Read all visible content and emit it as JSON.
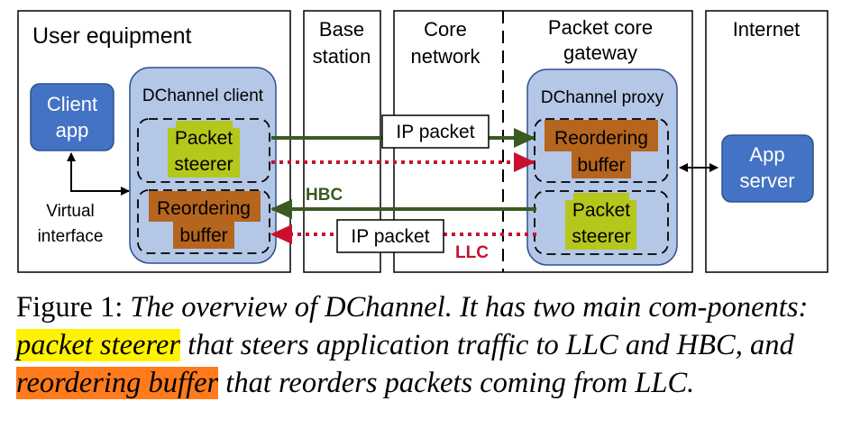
{
  "regions": {
    "user_equipment": "User equipment",
    "base_station_1": "Base",
    "base_station_2": "station",
    "core_network_1": "Core",
    "core_network_2": "network",
    "gateway_1": "Packet core",
    "gateway_2": "gateway",
    "internet": "Internet"
  },
  "client_app": {
    "line1": "Client",
    "line2": "app"
  },
  "dchannel_client": {
    "title": "DChannel client",
    "steerer": {
      "line1": "Packet",
      "line2": "steerer"
    },
    "buffer": {
      "line1": "Reordering",
      "line2": "buffer"
    }
  },
  "dchannel_proxy": {
    "title": "DChannel proxy",
    "buffer": {
      "line1": "Reordering",
      "line2": "buffer"
    },
    "steerer": {
      "line1": "Packet",
      "line2": "steerer"
    }
  },
  "app_server": {
    "line1": "App",
    "line2": "server"
  },
  "virtual_interface": {
    "line1": "Virtual",
    "line2": "interface"
  },
  "links": {
    "ip_packet_top": "IP packet",
    "ip_packet_bottom": "IP packet",
    "hbc": "HBC",
    "llc": "LLC"
  },
  "colors": {
    "hbc_green": "#3a5a22",
    "llc_red": "#c8102e",
    "app_blue": "#4472c4",
    "container_blue": "#b4c7e7",
    "steerer_yellow_green": "#b5c71a",
    "buffer_brown": "#b5651d",
    "highlight_yellow": "#fff200",
    "highlight_orange": "#ff7b1c"
  },
  "caption": {
    "prefix": "Figure 1: ",
    "part1": "The overview of DChannel. It has two main com-ponents: ",
    "hl1": "packet steerer",
    "part2": " that steers application traffic to LLC and HBC, and ",
    "hl2": "reordering buffer",
    "part3": " that reorders packets coming from LLC."
  }
}
